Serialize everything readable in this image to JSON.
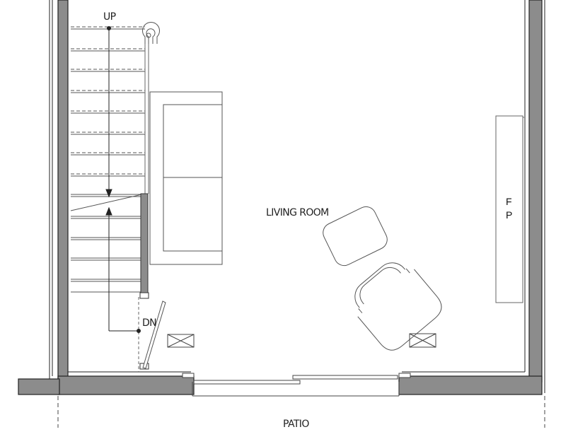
{
  "labels": {
    "stair_up": "UP",
    "stair_down": "DN",
    "room": "LIVING ROOM",
    "fireplace_line1": "F",
    "fireplace_line2": "P",
    "patio": "PATIO"
  },
  "colors": {
    "wall_fill": "#8c8c8c",
    "line": "#444444",
    "light_line": "#7a7a7a",
    "background": "#ffffff"
  }
}
